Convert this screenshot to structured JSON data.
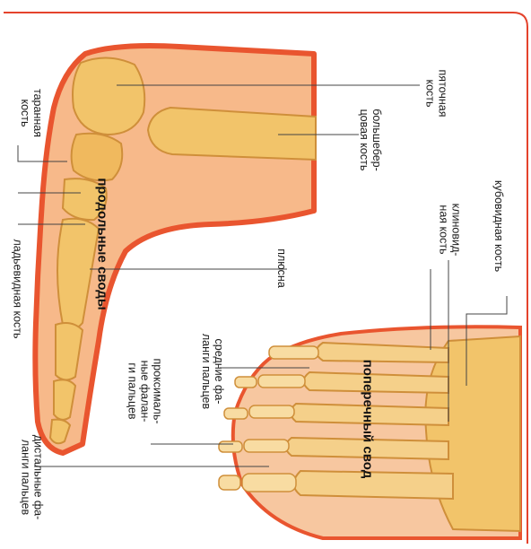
{
  "colors": {
    "page_border": "#e4432c",
    "skin": "#f7b98a",
    "skin_edge": "#e9552f",
    "bone": "#f2c46a",
    "bone_shade": "#cf8f3a",
    "bone_dark": "#8a5a1e",
    "label_text": "#1a1a1a",
    "leader_line": "#444444"
  },
  "labels": {
    "calcaneus": "пяточная\nкость",
    "tibia": "большебер-\nцовая кость",
    "cuboid": "кубовидная кость",
    "cuneiform": "клиновид-\nная кость",
    "metatarsus": "плюсна",
    "middle_phalanges": "средние фа-\nланги пальцев",
    "proximal_phalanges": "проксималь-\nные фалан-\nги пальцев",
    "distal_phalanges": "дистальные фа-\nланги пальцев",
    "talus": "таранная\nкость",
    "navicular": "ладьевидная кость",
    "longitudinal_arch": "продольные своды",
    "transverse_arch": "поперечный свод"
  }
}
